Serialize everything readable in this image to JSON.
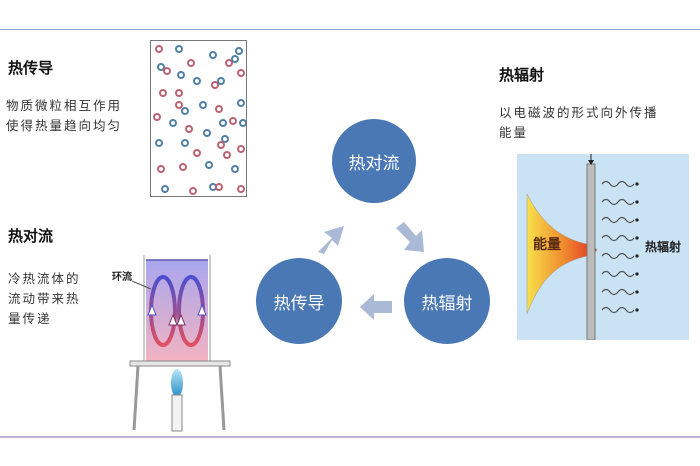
{
  "conduction": {
    "title": "热传导",
    "desc_line1": "物质微粒相互作用",
    "desc_line2": "使得热量趋向均匀"
  },
  "convection": {
    "title": "热对流",
    "desc_line1": "冷热流体的",
    "desc_line2": "流动带来热",
    "desc_line3": "量传递",
    "diagram_label": "环流"
  },
  "radiation": {
    "title": "热辐射",
    "desc_line1": "以电磁波的形式向外传播",
    "desc_line2": "能量",
    "energy_label": "能量",
    "radiation_label": "热辐射"
  },
  "cycle": {
    "top": "热对流",
    "left": "热传导",
    "right": "热辐射"
  },
  "colors": {
    "circle": "#4a78b4",
    "arrow": "#a9b9d6",
    "hot_particle": "#c06070",
    "cold_particle": "#4f7fa8"
  }
}
